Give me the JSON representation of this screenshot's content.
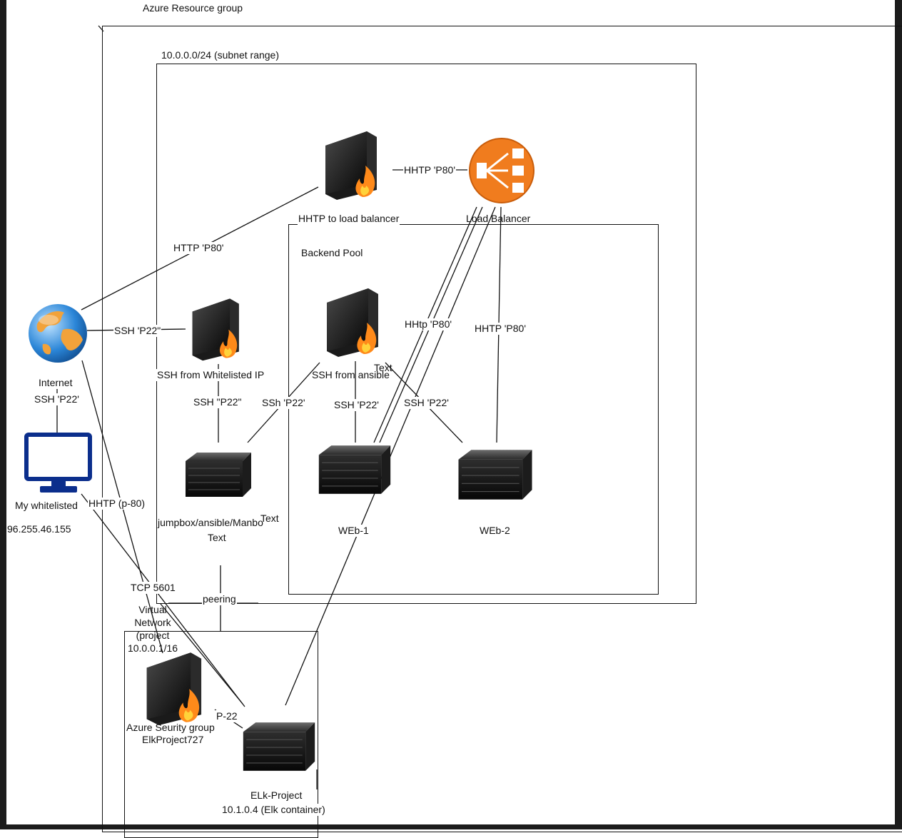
{
  "containers": {
    "resource_group": "Azure Resource group",
    "subnet": "10.0.0.0/24 (subnet range)",
    "backend_pool": "Backend Pool",
    "vnet": "Virtual Network (project 10.0.0.1/16"
  },
  "nodes": {
    "firewall_lb": "HHTP to load balancer",
    "load_balancer": "Load Balancer",
    "internet": "Internet",
    "firewall_ssh": "SSH from Whitelisted IP",
    "firewall_backend": "SSH from ansible",
    "jumpbox": "jumpbox/ansible/Manbo",
    "jumpbox_sub": "Text",
    "web1": "WEb-1",
    "web2": "WEb-2",
    "my_pc": "My whitelisted",
    "my_ip": "96.255.46.155",
    "elk_nsg_line1": "Azure Seurity group",
    "elk_nsg_line2": "ElkProject727",
    "elk_vm_line1": "ELk-Project",
    "elk_vm_line2": "10.1.0.4 (Elk container)"
  },
  "edges": {
    "fw_to_lb": "HHTP 'P80'",
    "internet_to_fw": "HTTP 'P80'",
    "internet_ssh": "SSH 'P22\"",
    "internet_pc": "SSH 'P22'",
    "fw_ssh_jump": "SSH \"P22\"",
    "jump_to_backend": "SSh 'P22'",
    "backend_web1": "SSH 'P22'",
    "backend_web2": "SSH 'P22'",
    "lb_web1": "HHtp 'P80'",
    "lb_web2": "HHTP 'P80'",
    "pc_http": "HHTP (p-80)",
    "pc_tcp": "TCP 5601",
    "peering": "peering",
    "elk_ssh": "P-22",
    "stray_text_1": "Text",
    "stray_text_2": "Text"
  },
  "colors": {
    "line": "#111111",
    "monitor": "#0b2e8c",
    "lb_orange": "#f07c1e",
    "frame": "#1c1c1c"
  },
  "icons": {
    "firewall": "server-with-flame-icon",
    "load_balancer": "load-balancer-icon",
    "internet": "globe-icon",
    "server": "rack-server-icon",
    "computer": "monitor-icon"
  }
}
